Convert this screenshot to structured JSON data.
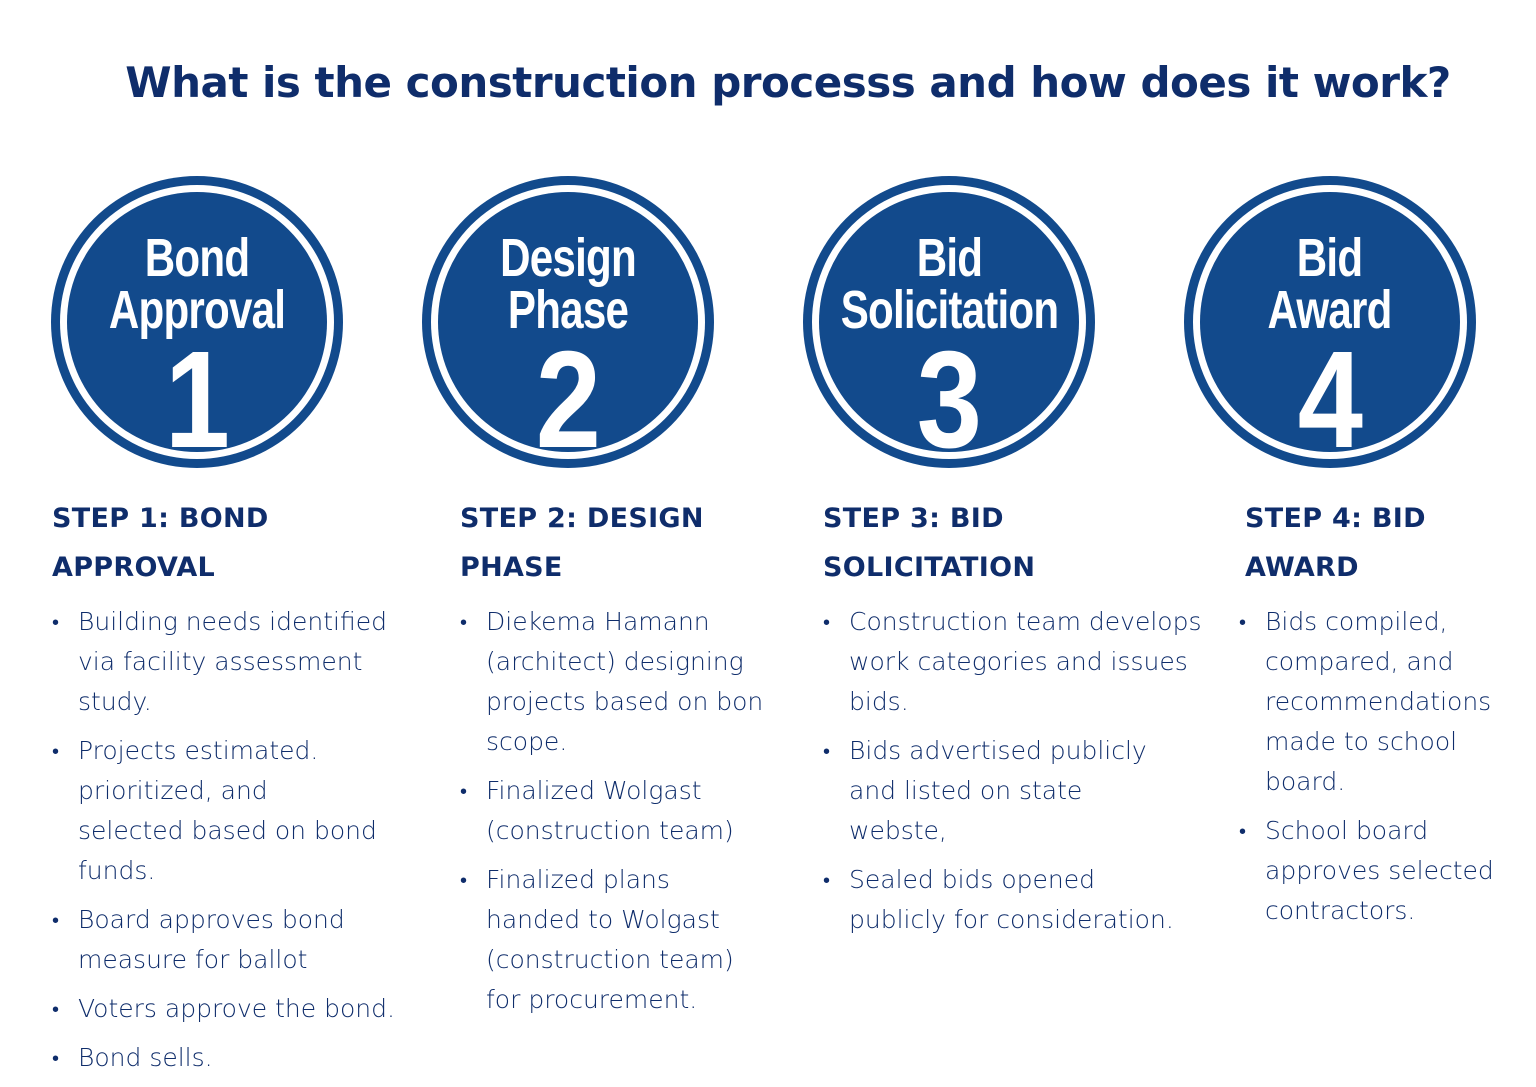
{
  "title": "What is the construction processs and how does it work?",
  "colors": {
    "primary": "#124a8c",
    "text": "#0f2d6b",
    "background": "#ffffff"
  },
  "steps": [
    {
      "badge": {
        "line1": "Bond",
        "line2": "Approval",
        "number": "1"
      },
      "heading": "STEP 1: BOND APPROVAL",
      "bullets": [
        "Building needs identified via facility assessment study.",
        "Projects estimated. prioritized, and selected based on bond funds.",
        "Board approves bond measure for ballot",
        "Voters approve the bond.",
        "Bond sells."
      ]
    },
    {
      "badge": {
        "line1": "Design",
        "line2": "Phase",
        "number": "2"
      },
      "heading": "STEP 2: DESIGN PHASE",
      "bullets": [
        "Diekema Hamann (architect) designing projects based on bon scope.",
        "Finalized Wolgast (construction team)",
        "Finalized plans handed to Wolgast (construction team) for procurement."
      ]
    },
    {
      "badge": {
        "line1": "Bid",
        "line2": "Solicitation",
        "number": "3"
      },
      "heading": "STEP 3: BID SOLICITATION",
      "bullets": [
        "Construction team develops work categories and issues bids.",
        "Bids advertised publicly and listed on state webste,",
        "Sealed bids opened publicly for consideration."
      ]
    },
    {
      "badge": {
        "line1": "Bid",
        "line2": "Award",
        "number": "4"
      },
      "heading": "STEP 4: BID AWARD",
      "bullets": [
        "Bids compiled, compared, and recommendations made to school board.",
        "School board approves selected contractors."
      ]
    }
  ]
}
